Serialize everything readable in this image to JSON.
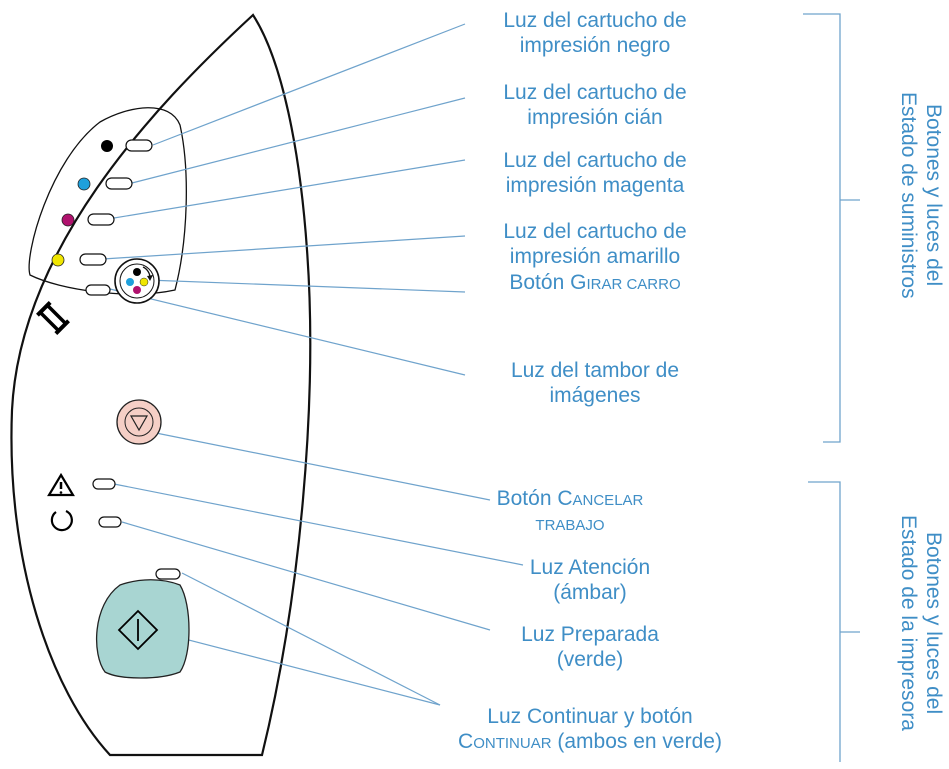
{
  "labels": {
    "black": [
      "Luz del cartucho de",
      "impresión negro"
    ],
    "cyan": [
      "Luz del cartucho de",
      "impresión cián"
    ],
    "magenta": [
      "Luz del cartucho de",
      "impresión magenta"
    ],
    "yellow": [
      "Luz del cartucho de",
      "impresión amarillo"
    ],
    "rotate": {
      "pre": "Botón G",
      "sc": "IRAR CARRO"
    },
    "drum": [
      "Luz del tambor de",
      "imágenes"
    ],
    "cancel": {
      "pre": "Botón C",
      "sc1": "ANCELAR",
      "sc2": "TRABAJO"
    },
    "attention": [
      "Luz Atención",
      "(ámbar)"
    ],
    "ready": [
      "Luz Preparada",
      "(verde)"
    ],
    "continue": {
      "line1": "Luz Continuar y botón",
      "c": "C",
      "sc": "ONTINUAR",
      "rest": " (ambos en verde)"
    }
  },
  "groups": {
    "supplies": [
      "Botones y luces del",
      "Estado de suministros"
    ],
    "printer": [
      "Botones y luces del",
      "Estado de la impresora"
    ]
  },
  "colors": {
    "label": "#3f8ec6",
    "leader": "#6fa3cc",
    "black_dot": "#000000",
    "cyan_dot": "#1ea0dc",
    "magenta_dot": "#b0126e",
    "yellow_dot": "#f0e600",
    "cancel_button": "#f5cfc6",
    "continue_button": "#a8d5d2"
  },
  "icons": [
    "drum-icon",
    "attention-icon",
    "ready-icon",
    "rotate-carousel-icon",
    "cancel-arrow-icon",
    "continue-diamond-icon"
  ]
}
